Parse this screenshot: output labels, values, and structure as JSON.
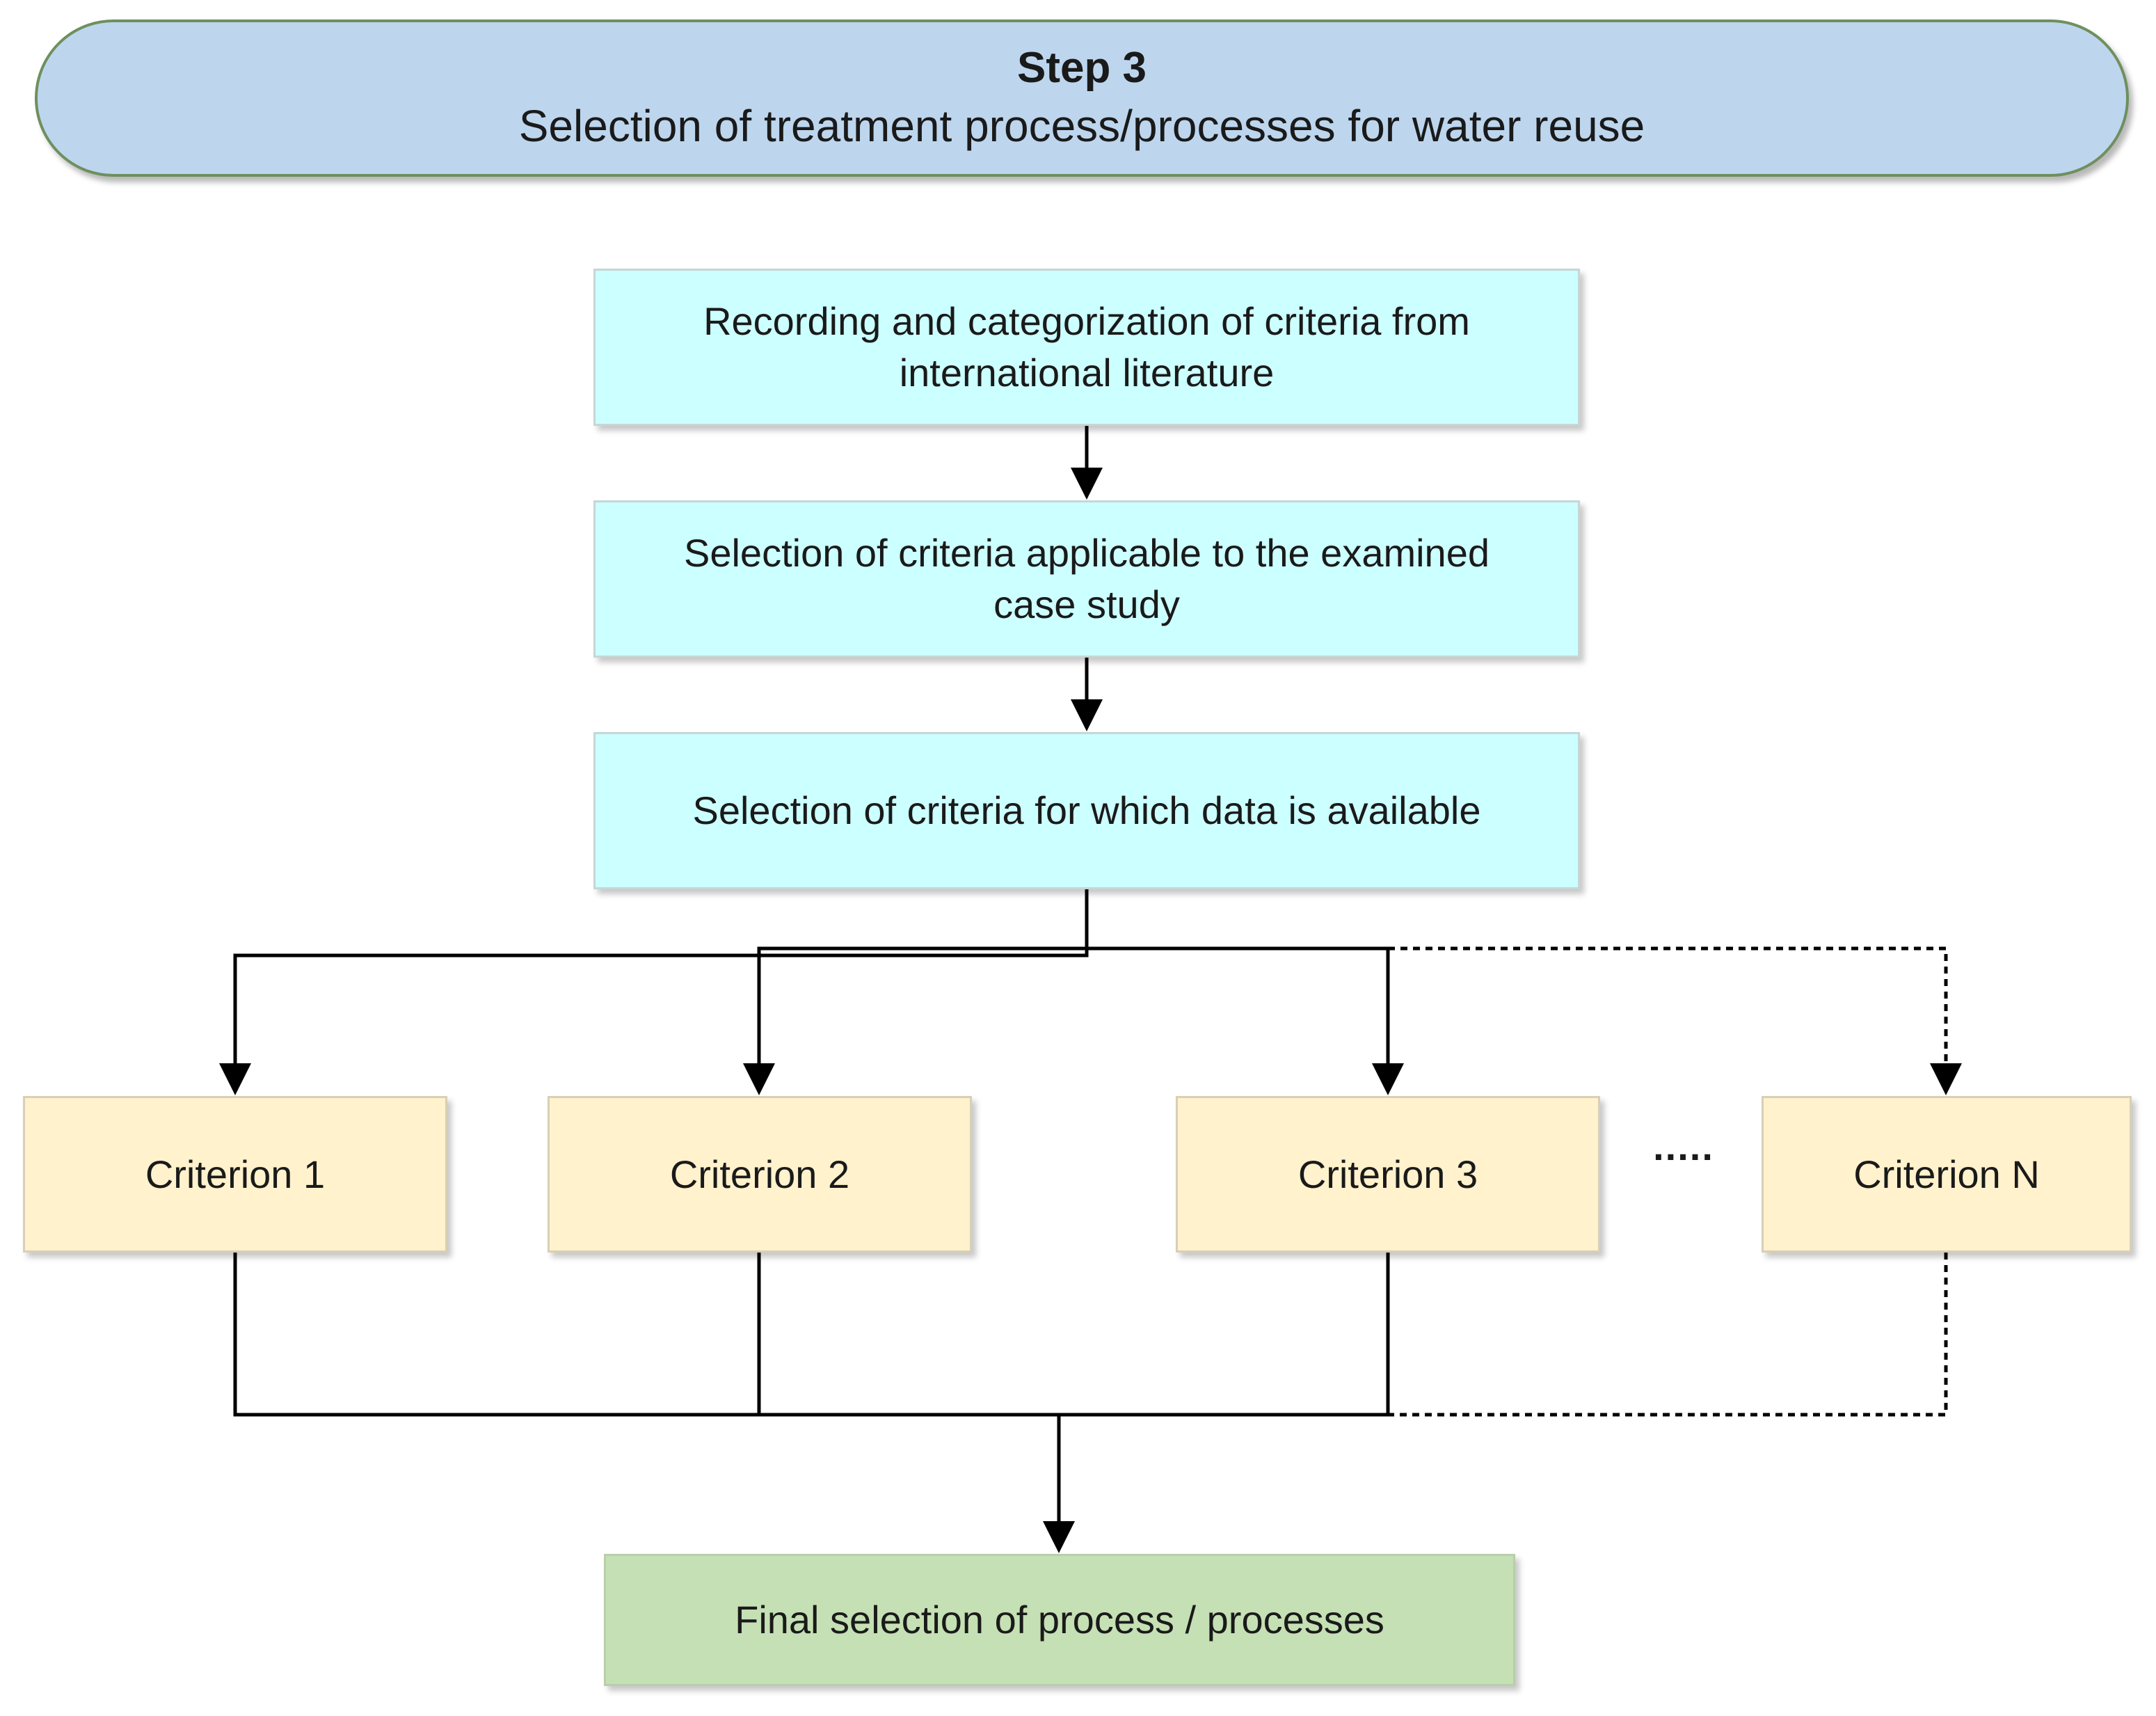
{
  "header": {
    "title": "Step 3",
    "subtitle": "Selection of treatment process/processes for water reuse"
  },
  "steps": [
    {
      "id": "recording",
      "lines": [
        "Recording and categorization of criteria from",
        "international literature"
      ]
    },
    {
      "id": "applicable",
      "lines": [
        "Selection of criteria applicable to the examined",
        "case study"
      ]
    },
    {
      "id": "data-available",
      "lines": [
        "Selection of criteria for which data is available"
      ]
    }
  ],
  "criteria": [
    {
      "id": "criterion-1",
      "label": "Criterion 1"
    },
    {
      "id": "criterion-2",
      "label": "Criterion 2"
    },
    {
      "id": "criterion-3",
      "label": "Criterion 3"
    },
    {
      "id": "criterion-n",
      "label": "Criterion N"
    }
  ],
  "ellipsis": ".....",
  "final": {
    "label": "Final selection of process / processes"
  },
  "colors": {
    "header_fill": "#bdd6ee",
    "process_fill": "#ccffff",
    "criterion_fill": "#fff2cc",
    "final_fill": "#c5e0b4",
    "connector": "#000000"
  }
}
